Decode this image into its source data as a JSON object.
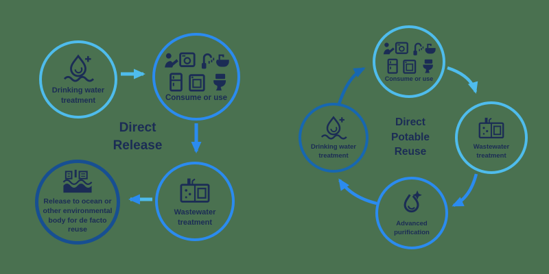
{
  "colors": {
    "background": "#4A7150",
    "light_blue": "#4FBCEC",
    "bright_blue": "#2B8BEF",
    "navy_blue": "#1767B1",
    "dark_navy_border": "#174F92",
    "text_navy": "#1B2C55"
  },
  "left_diagram": {
    "title": "Direct Release",
    "nodes": {
      "drinking": {
        "label": "Drinking water treatment",
        "icon": "drinking-water-treatment-icon"
      },
      "consume": {
        "label": "Consume or use",
        "icon": "consume-or-use-icons"
      },
      "wastewater": {
        "label": "Wastewater treatment",
        "icon": "wastewater-treatment-icon"
      },
      "release": {
        "label": "Release to ocean or other environmental body for de facto reuse",
        "icon": "release-to-ocean-icon"
      }
    },
    "flow": [
      "Drinking water treatment",
      "Consume or use",
      "Wastewater treatment",
      "Release to ocean or other environmental body for de facto reuse"
    ]
  },
  "right_diagram": {
    "title": "Direct Potable Reuse",
    "nodes": {
      "consume": {
        "label": "Consume or use",
        "icon": "consume-or-use-icons"
      },
      "wastewater": {
        "label": "Wastewater treatment",
        "icon": "wastewater-treatment-icon"
      },
      "advanced": {
        "label": "Advanced purification",
        "icon": "advanced-purification-icon"
      },
      "drinking": {
        "label": "Drinking water treatment",
        "icon": "drinking-water-treatment-icon"
      }
    },
    "flow": [
      "Drinking water treatment",
      "Consume or use",
      "Wastewater treatment",
      "Advanced purification",
      "Drinking water treatment"
    ]
  }
}
